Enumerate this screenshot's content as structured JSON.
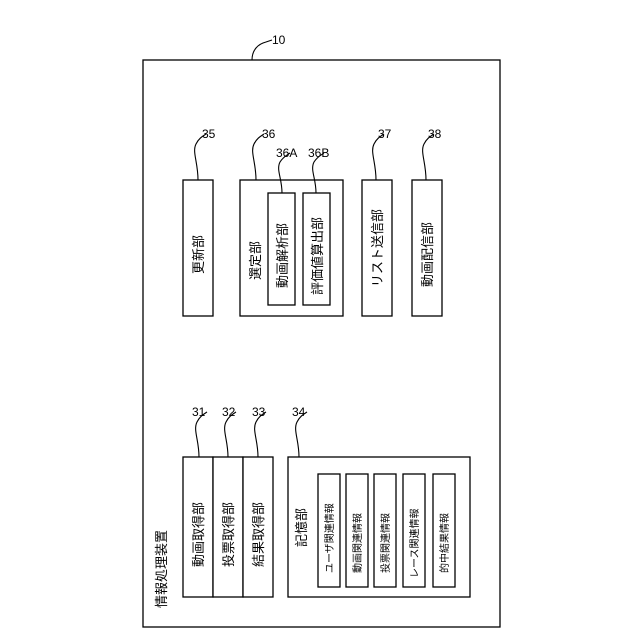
{
  "device": {
    "ref": "10",
    "label": "情報処理装置"
  },
  "units": {
    "update": {
      "ref": "35",
      "label": "更新部"
    },
    "select": {
      "ref": "36",
      "label": "選定部"
    },
    "analyze": {
      "ref": "36A",
      "label": "動画解析部"
    },
    "evaluate": {
      "ref": "36B",
      "label": "評価値算出部"
    },
    "listsend": {
      "ref": "37",
      "label": "リスト送信部"
    },
    "videodist": {
      "ref": "38",
      "label": "動画配信部"
    },
    "videoget": {
      "ref": "31",
      "label": "動画取得部"
    },
    "voteget": {
      "ref": "32",
      "label": "投票取得部"
    },
    "resultget": {
      "ref": "33",
      "label": "結果取得部"
    },
    "storage": {
      "ref": "34",
      "label": "記憶部"
    }
  },
  "storage_items": [
    "ユーザ関連情報",
    "動画関連情報",
    "投票関連情報",
    "レース関連情報",
    "的中結果情報"
  ]
}
